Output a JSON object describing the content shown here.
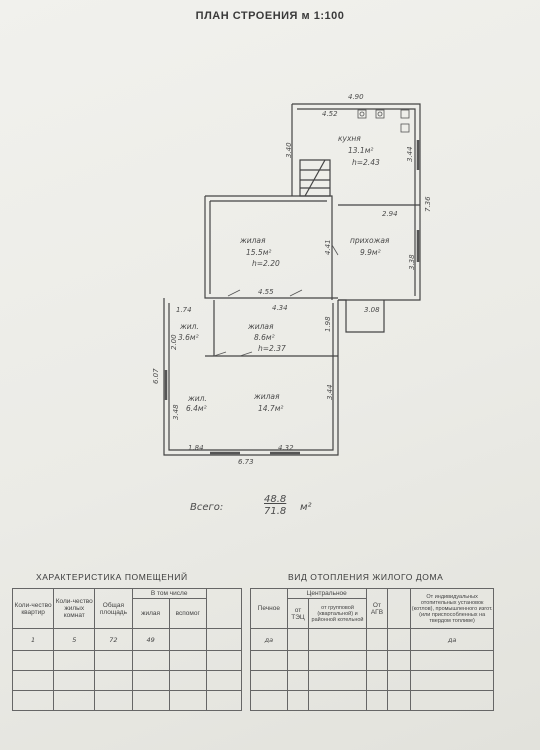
{
  "header": {
    "title": "ПЛАН СТРОЕНИЯ м 1:100"
  },
  "rooms": {
    "kitchen": {
      "name": "кухня",
      "area": "13.1м²",
      "height": "h=2.43"
    },
    "living1": {
      "name": "жилая",
      "area": "15.5м²",
      "height": "h=2.20"
    },
    "hall": {
      "name": "прихожая",
      "area": "9.9м²"
    },
    "living2_small": {
      "name": "жил.",
      "area": "3.6м²"
    },
    "living3": {
      "name": "жилая",
      "area": "8.6м²",
      "height": "h=2.37"
    },
    "living4_small": {
      "name": "жил.",
      "area": "6.4м²"
    },
    "living5": {
      "name": "жилая",
      "area": "14.7м²"
    }
  },
  "dimensions": {
    "d_490": "4.90",
    "d_452": "4.52",
    "d_340": "3.40",
    "d_344a": "3.44",
    "d_736": "7.36",
    "d_294": "2.94",
    "d_441": "4.41",
    "d_338": "3.38",
    "d_455": "4.55",
    "d_434": "4.34",
    "d_174": "1.74",
    "d_198": "1.98",
    "d_308": "3.08",
    "d_200": "2.00",
    "d_607": "6.07",
    "d_348": "3.48",
    "d_344b": "3.44",
    "d_184": "1.84",
    "d_432": "4.32",
    "d_673": "6.73"
  },
  "total": {
    "label": "Всего:",
    "top": "48.8",
    "bottom": "71.8",
    "unit": "м²"
  },
  "premises": {
    "title": "ХАРАКТЕРИСТИКА ПОМЕЩЕНИЙ",
    "headers": {
      "count": "Коли-чество квартир",
      "rooms": "Коли-чество жилых комнат",
      "total": "Общая площадь",
      "including": "В том числе",
      "living": "жилая",
      "auxiliary": "вспомог"
    },
    "row": {
      "count": "1",
      "rooms": "5",
      "total": "72",
      "living": "49"
    }
  },
  "heating": {
    "title": "ВИД ОТОПЛЕНИЯ ЖИЛОГО ДОМА",
    "headers": {
      "stove": "Печное",
      "central": "Центральное",
      "from_tec": "от ТЭЦ",
      "from_group": "от групповой (квартальной) и районной котельной",
      "from_agv": "От АГВ",
      "individual": "От индивидуальных отопительных установок (котлов), промышленного изгот. (или приспособленных на твердом топливе)"
    },
    "row": {
      "stove": "да",
      "individual": "да"
    }
  }
}
